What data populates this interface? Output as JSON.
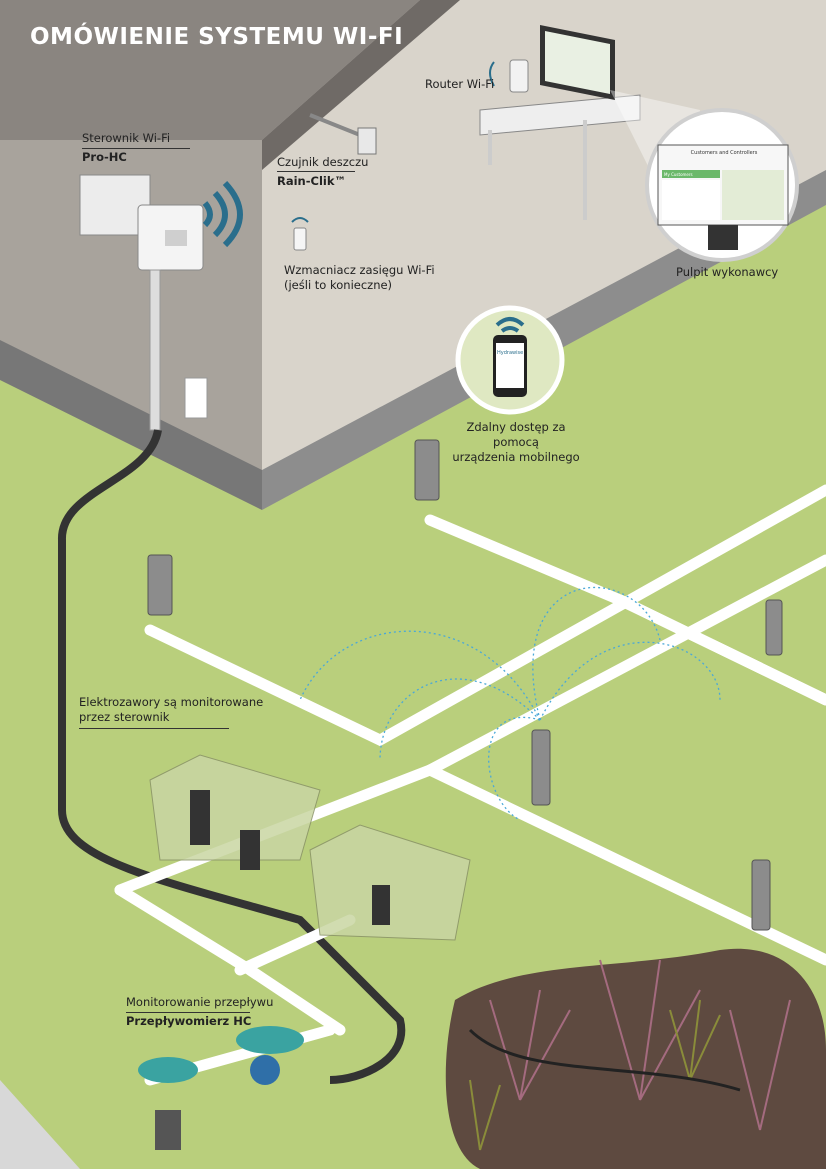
{
  "title": "OMÓWIENIE SYSTEMU WI-FI",
  "labels": {
    "controller_line1": "Sterownik Wi-Fi",
    "controller_line2": "Pro-HC",
    "rain_line1": "Czujnik deszczu",
    "rain_line2": "Rain-Clik™",
    "router": "Router Wi-Fi",
    "extender_line1": "Wzmacniacz zasięgu Wi-Fi",
    "extender_line2": "(jeśli to konieczne)",
    "dashboard": "Pulpit wykonawcy",
    "mobile_line1": "Zdalny dostęp za pomocą",
    "mobile_line2": "urządzenia mobilnego",
    "valves_line1": "Elektrozawory są monitorowane",
    "valves_line2": "przez sterownik",
    "flow_line1": "Monitorowanie przepływu",
    "flow_line2": "Przepływomierz HC"
  },
  "screen": {
    "heading": "Customers and Controllers",
    "list_header": "My Customers",
    "app_name": "Hydrawise"
  },
  "colors": {
    "wall": "#cfc9c0",
    "wall_side": "#e4e0d8",
    "roof": "#8f8a85",
    "grass": "#b9cf7c",
    "pipe": "#f4f4f2",
    "wifi": "#2a6e8c",
    "soil": "#5e4a40",
    "spray": "#4aa8d8"
  }
}
